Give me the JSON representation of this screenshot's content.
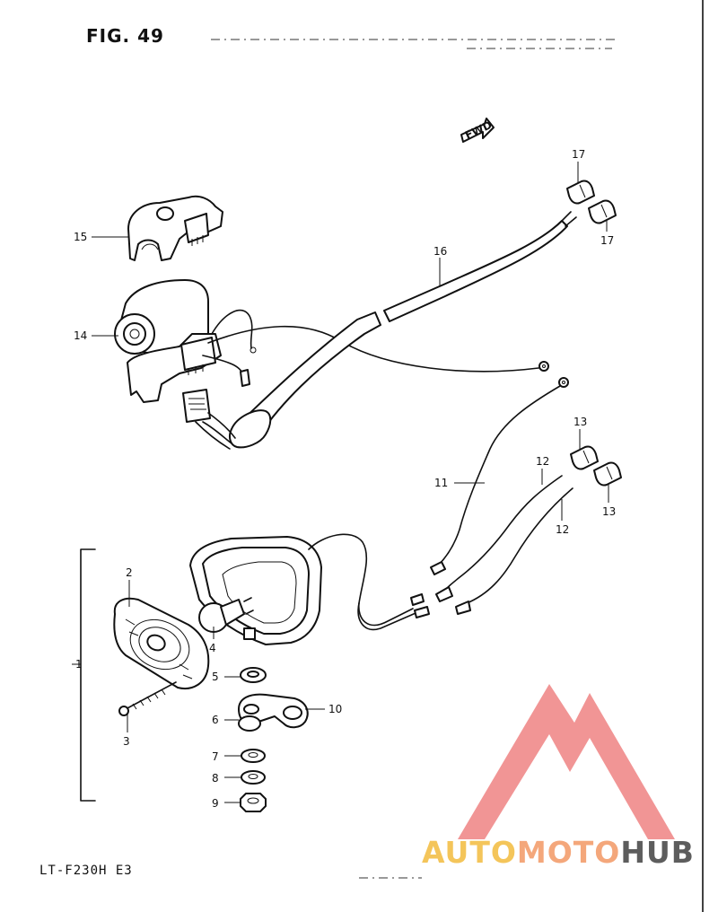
{
  "figure": {
    "title": "FIG. 49",
    "model": "LT-F230H  E3",
    "direction_label": "FWD"
  },
  "parts": [
    {
      "no": "1"
    },
    {
      "no": "2"
    },
    {
      "no": "3"
    },
    {
      "no": "4"
    },
    {
      "no": "5"
    },
    {
      "no": "6"
    },
    {
      "no": "7"
    },
    {
      "no": "8"
    },
    {
      "no": "9"
    },
    {
      "no": "10"
    },
    {
      "no": "11"
    },
    {
      "no": "12"
    },
    {
      "no": "12"
    },
    {
      "no": "13"
    },
    {
      "no": "13"
    },
    {
      "no": "14"
    },
    {
      "no": "15"
    },
    {
      "no": "16"
    },
    {
      "no": "17"
    },
    {
      "no": "17"
    }
  ],
  "watermark": {
    "auto": "AUTO",
    "moto": "MOTO",
    "hub": "HUB",
    "colors": {
      "auto": "#f4c55a",
      "moto": "#f4a77b",
      "hub": "#5d5d5d",
      "logo": "#f08a8a"
    }
  }
}
